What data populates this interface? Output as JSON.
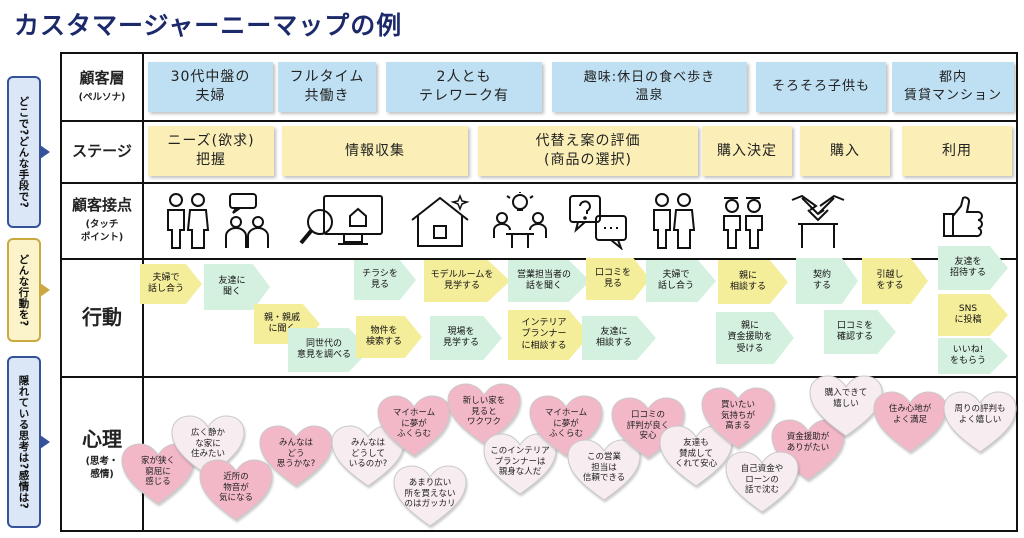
{
  "title": "カスタマージャーニーマップの例",
  "side_labels": [
    "どこで?どんな手段で?",
    "どんな行動を?",
    "隠れている思考は?感情は?"
  ],
  "rows": {
    "persona": {
      "label": "顧客層",
      "sub": "(ペルソナ)"
    },
    "stage": {
      "label": "ステージ"
    },
    "touch": {
      "label": "顧客接点",
      "sub": "(タッチ\nポイント)"
    },
    "action": {
      "label": "行動"
    },
    "emotion": {
      "label": "心理",
      "sub": "(思考・\n感情)"
    }
  },
  "persona_notes": [
    "30代中盤の\n夫婦",
    "フルタイム\n共働き",
    "2人とも\nテレワーク有",
    "趣味:休日の食べ歩き\n温泉",
    "そろそろ子供も",
    "都内\n賃貸マンション"
  ],
  "stage_notes": [
    "ニーズ(欲求)\n把握",
    "情報収集",
    "代替え案の評価\n(商品の選択)",
    "購入決定",
    "購入",
    "利用"
  ],
  "touch_icons": [
    "couple-icon",
    "chat-people-icon",
    "magnifier-computer-icon",
    "house-icon",
    "meeting-idea-icon",
    "question-chat-icon",
    "couple-icon",
    "family-icon",
    "handshake-icon",
    "thumbs-up-icon"
  ],
  "actions": [
    {
      "text": "夫婦で\n話し合う",
      "color": "y"
    },
    {
      "text": "友達に\n聞く",
      "color": "g"
    },
    {
      "text": "親・親戚\nに聞く",
      "color": "y"
    },
    {
      "text": "同世代の\n意見を調べる",
      "color": "g"
    },
    {
      "text": "チラシを\n見る",
      "color": "g"
    },
    {
      "text": "物件を\n検索する",
      "color": "y"
    },
    {
      "text": "モデルルームを\n見学する",
      "color": "y"
    },
    {
      "text": "現場を\n見学する",
      "color": "g"
    },
    {
      "text": "営業担当者の\n話を聞く",
      "color": "g"
    },
    {
      "text": "インテリア\nプランナー\nに相談する",
      "color": "y"
    },
    {
      "text": "口コミを\n見る",
      "color": "y"
    },
    {
      "text": "友達に\n相談する",
      "color": "g"
    },
    {
      "text": "夫婦で\n話し合う",
      "color": "g"
    },
    {
      "text": "親に\n相談する",
      "color": "y"
    },
    {
      "text": "親に\n資金援助を\n受ける",
      "color": "g"
    },
    {
      "text": "契約\nする",
      "color": "g"
    },
    {
      "text": "口コミを\n確認する",
      "color": "g"
    },
    {
      "text": "引越し\nをする",
      "color": "y"
    },
    {
      "text": "友達を\n招待する",
      "color": "g"
    },
    {
      "text": "SNS\nに投稿",
      "color": "y"
    },
    {
      "text": "いいね!\nをもらう",
      "color": "g"
    }
  ],
  "emotions": [
    {
      "text": "家が狭く\n窮屈に\n感じる",
      "color": "#f3b8c8"
    },
    {
      "text": "広く静か\nな家に\n住みたい",
      "color": "#f7ecef"
    },
    {
      "text": "近所の\n物音が\n気になる",
      "color": "#f3b8c8"
    },
    {
      "text": "みんなは\nどう\n思うかな?",
      "color": "#f3b8c8"
    },
    {
      "text": "みんなは\nどうして\nいるのか?",
      "color": "#f7ecef"
    },
    {
      "text": "マイホーム\nに夢が\nふくらむ",
      "color": "#f3b8c8"
    },
    {
      "text": "あまり広い\n所を買えない\nのはガッカリ",
      "color": "#f7ecef"
    },
    {
      "text": "新しい家を\n見ると\nワクワク",
      "color": "#f3b8c8"
    },
    {
      "text": "このインテリア\nプランナーは\n親身な人だ",
      "color": "#f7ecef"
    },
    {
      "text": "マイホーム\nに夢が\nふくらむ",
      "color": "#f3b8c8"
    },
    {
      "text": "この営業\n担当は\n信頼できる",
      "color": "#f7ecef"
    },
    {
      "text": "口コミの\n評判が良く\n安心",
      "color": "#f3b8c8"
    },
    {
      "text": "友達も\n賛成して\nくれて安心",
      "color": "#f7ecef"
    },
    {
      "text": "買いたい\n気持ちが\n高まる",
      "color": "#f3b8c8"
    },
    {
      "text": "資金援助が\nありがたい",
      "color": "#f3b8c8"
    },
    {
      "text": "自己資金や\nローンの\n話で沈む",
      "color": "#f7ecef"
    },
    {
      "text": "購入できて\n嬉しい",
      "color": "#f7ecef"
    },
    {
      "text": "住み心地が\nよく満足",
      "color": "#f3b8c8"
    },
    {
      "text": "周りの評判も\nよく嬉しい",
      "color": "#f7ecef"
    }
  ],
  "colors": {
    "title": "#1c2a6b",
    "note_blue": "#bfe0f3",
    "note_yellow": "#fbefb7",
    "arrow_yellow": "#f4ed9a",
    "arrow_green": "#d4f0df",
    "heart_pink": "#f3b8c8",
    "heart_light": "#f7ecef"
  }
}
